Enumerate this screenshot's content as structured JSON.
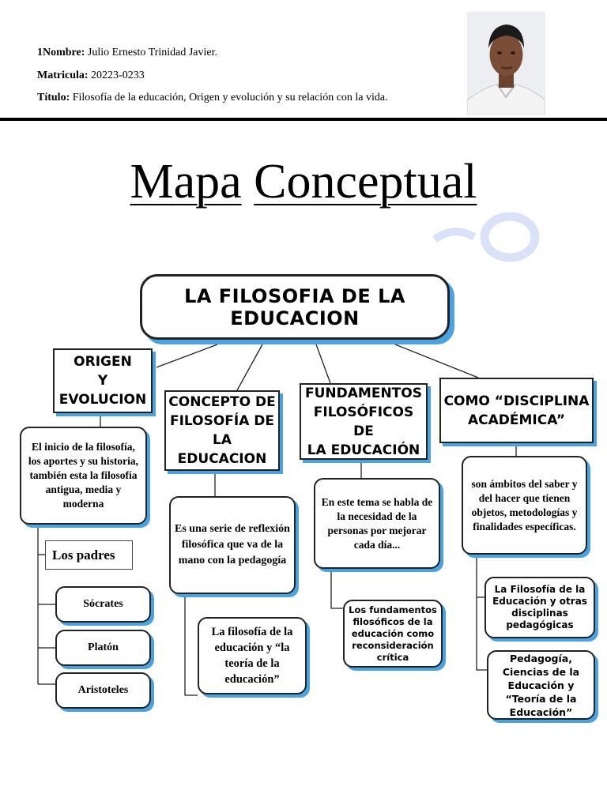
{
  "header": {
    "nombre_label": "1Nombre:",
    "nombre_value": "Julio Ernesto Trinidad Javier.",
    "matricula_label": "Matricula:",
    "matricula_value": "20223-0233",
    "titulo_label": "Título:",
    "titulo_value": "Filosofía de la educación, Origen y evolución y su relación con la vida."
  },
  "heading": {
    "word1": "Mapa",
    "word2": "Conceptual"
  },
  "map": {
    "root": "LA FILOSOFIA DE LA EDUCACION",
    "origen": {
      "title_lines": [
        "ORIGEN",
        "Y",
        "EVOLUCION"
      ],
      "desc": "El inicio de la filosofía, los aportes y su historia, también esta la filosofía antigua, media y moderna",
      "padres_label": "Los padres",
      "padres": [
        "Sócrates",
        "Platón",
        "Aristoteles"
      ]
    },
    "concepto": {
      "title_lines": [
        "CONCEPTO DE",
        "FILOSOFÍA DE",
        "LA EDUCACION"
      ],
      "desc": "Es una serie de reflexión filosófica que va de la mano con la pedagogía",
      "sub": "La filosofía de la educación y “la teoría de la educación”"
    },
    "fundamentos": {
      "title_lines": [
        "FUNDAMENTOS",
        "FILOSÓFICOS DE",
        "LA EDUCACIÓN"
      ],
      "desc": "En este tema se habla de la necesidad de la personas por mejorar cada día...",
      "sub": "Los fundamentos filosóficos de la educación como reconsideración crítica"
    },
    "disciplina": {
      "title_lines": [
        "COMO “DISCIPLINA",
        "ACADÉMICA”"
      ],
      "desc": "son ámbitos del saber y del hacer que tienen objetos, metodologías y finalidades específicas.",
      "sub1": "La Filosofía de la Educación y otras disciplinas pedagógicas",
      "sub2": "Pedagogía, Ciencias de la Educación y “Teoría de la Educación”"
    }
  },
  "colors": {
    "shadow": "#4aa3e0",
    "border": "#222222"
  }
}
